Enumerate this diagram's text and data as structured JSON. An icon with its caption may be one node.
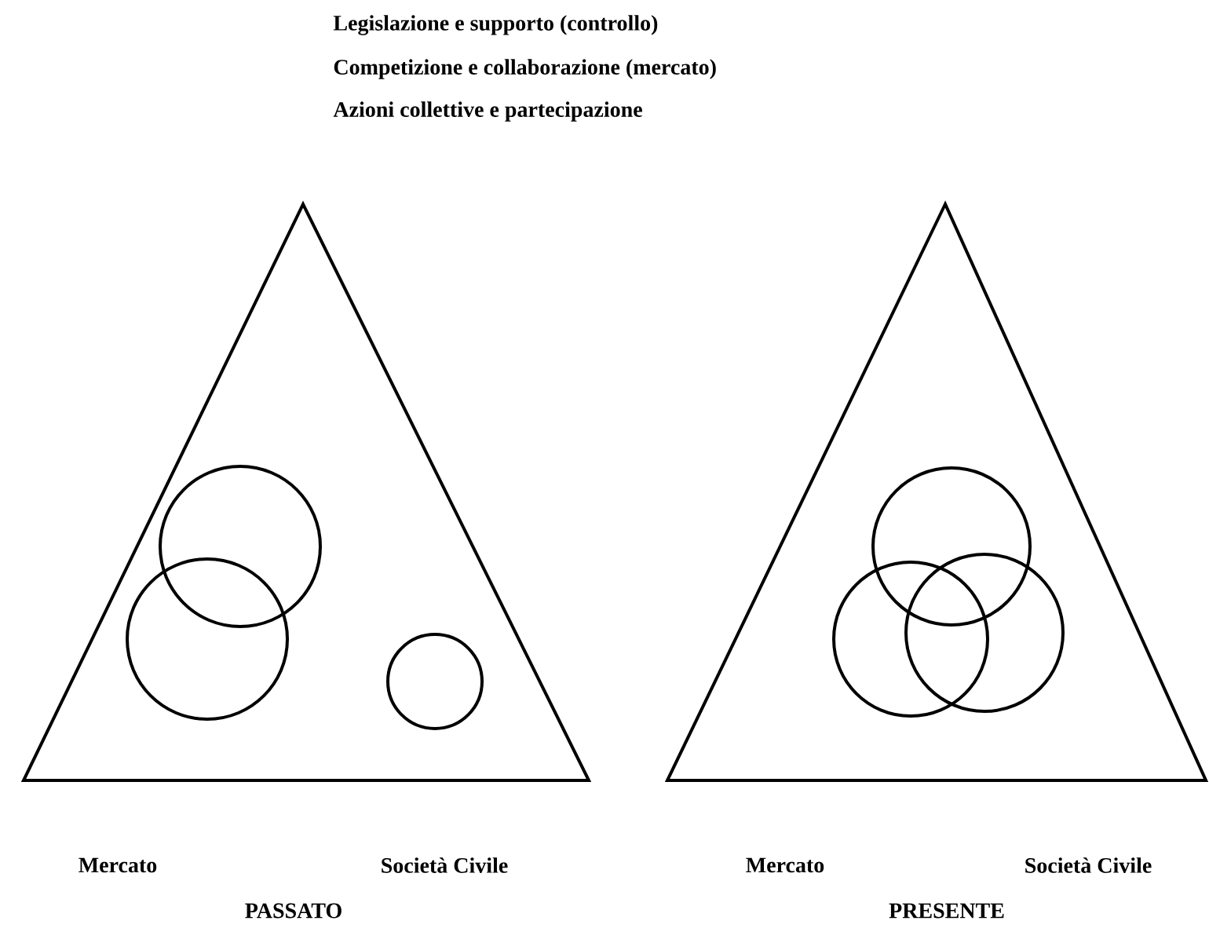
{
  "diagram": {
    "nodes": [
      {
        "text": [],
        "shape": "triangle"
      },
      {
        "text": [],
        "shape": "circle",
        "in": 0
      },
      {
        "text": [],
        "shape": "circle",
        "in": 0
      },
      {
        "text": [],
        "shape": "circle",
        "in": 0
      },
      {
        "text": [],
        "shape": "triangle"
      },
      {
        "text": [],
        "shape": "circle",
        "in": 4
      },
      {
        "text": [],
        "shape": "circle",
        "in": 4
      },
      {
        "text": [],
        "shape": "circle",
        "in": 4
      }
    ],
    "labels": [
      "Legislazione e supporto (controllo)",
      "Competizione e collaborazione (mercato)",
      "Azioni collettive e partecipazione",
      "Mercato",
      "Società Civile",
      "PASSATO",
      "Mercato",
      "Società Civile",
      "PRESENTE"
    ]
  }
}
